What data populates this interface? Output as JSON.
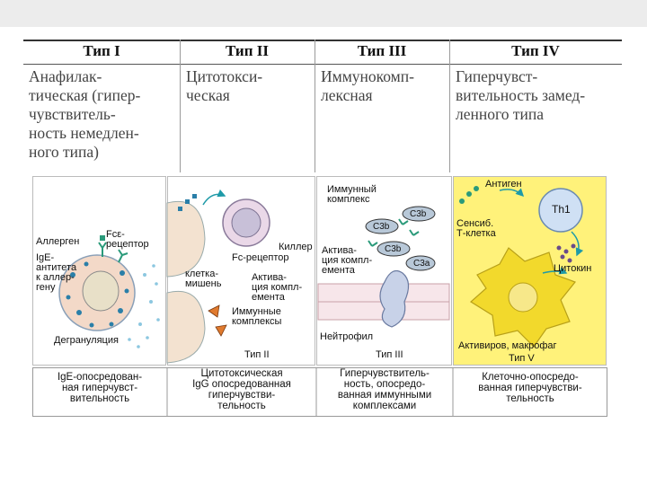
{
  "header": {
    "columns": [
      "Тип I",
      "Тип II",
      "Тип III",
      "Тип IV"
    ],
    "descriptions": [
      "Анафилак-\nтическая (гипер-\nчувствитель-\nность немедлен-\nного типа)",
      "Цитотокси-\nческая",
      "Иммунокомп-\nлексная",
      "Гиперчувст-\nвительность замед-\nленного типа"
    ]
  },
  "figure": {
    "panel1": {
      "allergen": "Аллерген",
      "fc_receptor": "Fcε-\nрецептор",
      "ige": "IgE-\nантитета\nк аллер-\nгену",
      "degranulation": "Дегрануляция",
      "caption": "IgE-опосредован-\nная гиперчувст-\nвительность"
    },
    "panel2": {
      "killer": "Киллер",
      "fc_receptor": "Fc-рецептор",
      "target_cell": "клетка-\nмишень",
      "complement": "Актива-\nция компл-\nемента",
      "immune_complexes": "Иммунные\nкомплексы",
      "type_label": "Тип II",
      "caption": "Цитотоксическая\nIgG опосредованная\nгиперчувстви-\nтельность"
    },
    "panel3": {
      "immune_complex": "Иммунный\nкомплекс",
      "c3b_top": "C3b",
      "c3b_mid": "C3b",
      "c3b_low": "C3b",
      "c3a": "C3a",
      "complement": "Актива-\nция компл-\nемента",
      "neutrophil": "Нейтрофил",
      "type_label": "Тип III",
      "caption": "Гиперчувствитель-\nность, опосредо-\nванная иммунными\nкомплексами"
    },
    "panel4": {
      "antigen": "Антиген",
      "th1": "Th1",
      "sensitized": "Сенсиб.\nТ-клетка",
      "cytokine": "Цитокин",
      "macrophage": "Активиров, макрофаг",
      "type_label": "Тип V",
      "caption": "Клеточно-опосредо-\nванная гиперчувстви-\nтельность"
    }
  },
  "colors": {
    "panel_bg": "#ffffff",
    "panel4_bg": "#fff27a",
    "cell_pink": "#f3d9c8",
    "nucleus": "#c8c0d8",
    "c3b_fill": "#b8c8d8",
    "neutrophil": "#c8d2e8",
    "th1": "#cfe0f4",
    "macrophage": "#f2d92c",
    "arrow_teal": "#1e9aa8",
    "triangle": "#e07a2e"
  }
}
